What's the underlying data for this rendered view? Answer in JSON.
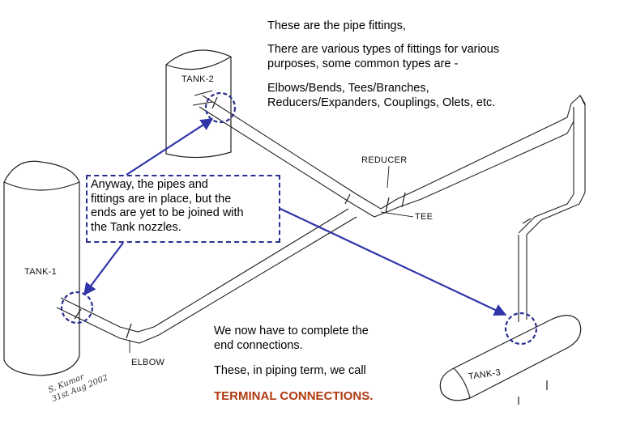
{
  "intro": {
    "line1": "These are the pipe fittings,",
    "line2": "There are various types of fittings for various",
    "line3": "purposes, some common types are -",
    "line4": "Elbows/Bends, Tees/Branches,",
    "line5": "Reducers/Expanders, Couplings, Olets, etc."
  },
  "callout": {
    "line1": "Anyway, the pipes and",
    "line2": "fittings are in place, but the",
    "line3": "ends are yet to be joined with",
    "line4": "the Tank nozzles."
  },
  "bottom_text": {
    "line1": "We now have to complete the",
    "line2": "end connections.",
    "line3": "These, in piping term, we call",
    "highlight": "TERMINAL CONNECTIONS."
  },
  "labels": {
    "tank1": "TANK-1",
    "tank2": "TANK-2",
    "tank3": "TANK-3",
    "reducer": "REDUCER",
    "tee": "TEE",
    "elbow": "ELBOW"
  },
  "signature": {
    "line1": "S. Kumar",
    "line2": "31st Aug 2002"
  },
  "colors": {
    "arrow": "#2f35a8",
    "dash": "#2a2f8f",
    "highlight": "#b03a10"
  }
}
